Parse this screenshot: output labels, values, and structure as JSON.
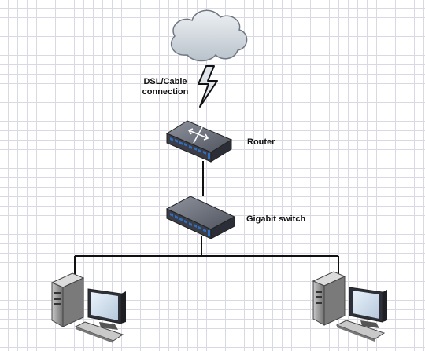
{
  "labels": {
    "connection": "DSL/Cable\nconnection",
    "router": "Router",
    "switch": "Gigabit switch"
  },
  "icons": [
    "cloud-icon",
    "lightning-icon",
    "router-icon",
    "switch-icon",
    "computer-icon"
  ],
  "colors": {
    "grid": "#d9d9e3",
    "device_body": "#3a3d47",
    "port_blue": "#2f6fbf",
    "cloud_fill": "#cfd6dd",
    "line": "#111111"
  }
}
